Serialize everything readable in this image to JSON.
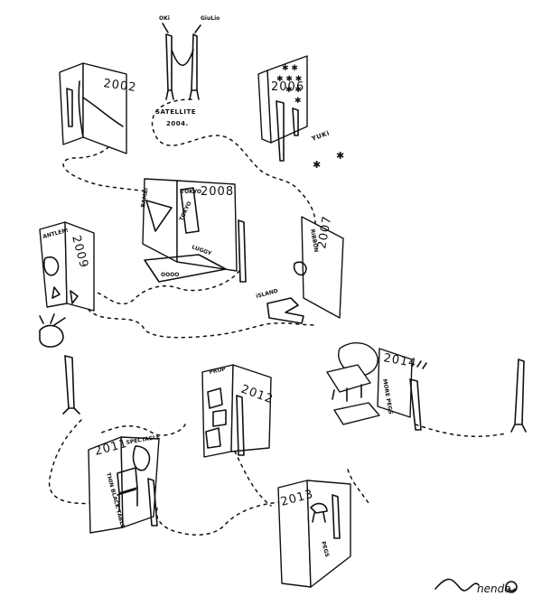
{
  "figures": {
    "left": "OKi",
    "right": "GiuLio"
  },
  "satellite": {
    "line1": "SATELLITE",
    "line2": "2004."
  },
  "years": {
    "y2002": "2002",
    "y2006": "2006",
    "y2008": "2008",
    "y2009": "2009",
    "y2007": "2007",
    "y2012": "2012",
    "y2014": "2014",
    "y2011": "2011",
    "y2013": "2013"
  },
  "labels": {
    "yuki": "YUKi",
    "bambi": "BAMBi",
    "tokyo": "TOKYO",
    "tokyo_vertical": "TOKYO",
    "luggy": "LUGGY",
    "antlers": "ANTLER!",
    "ribbon": "RiBBON",
    "island": "iSLAND",
    "prop": "PROP",
    "more_pegs": "MORE PEGS",
    "spectacles": "SPECTACLE",
    "thin_black_table": "THIN BLACK TABLE",
    "pegs": "PEGS"
  },
  "signature": "nendo"
}
